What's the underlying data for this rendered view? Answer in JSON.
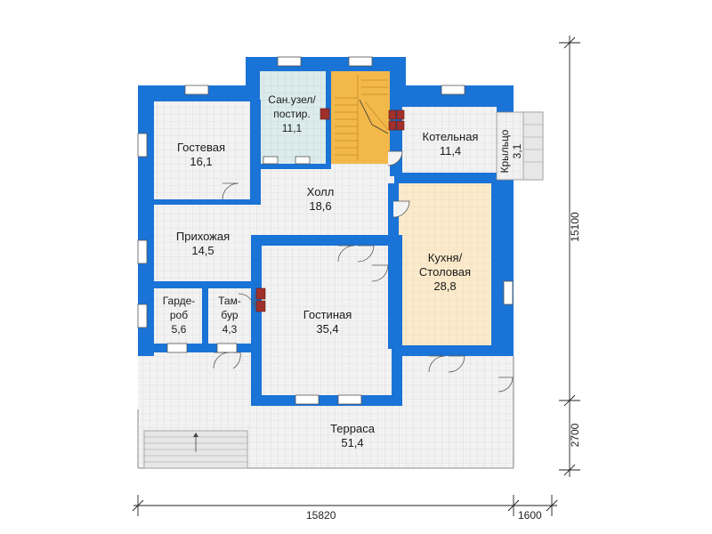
{
  "colors": {
    "wall": "#1a73d6",
    "tile": "#f2f2f2",
    "tile_grid": "#d2d2d2",
    "kitchen": "#fbeacb",
    "bath": "#dcebeb",
    "stairs": "#f2b84a",
    "chimney": "#a0302a"
  },
  "rooms": {
    "guest": {
      "name": "Гостевая",
      "area": "16,1"
    },
    "bath": {
      "name_1": "Сан.узел/",
      "name_2": "постир.",
      "area": "11,1"
    },
    "boiler": {
      "name": "Котельная",
      "area": "11,4"
    },
    "porch": {
      "name": "Крыльцо",
      "area": "3,1"
    },
    "hall": {
      "name": "Холл",
      "area": "18,6"
    },
    "entrance": {
      "name": "Прихожая",
      "area": "14,5"
    },
    "kitchen": {
      "name_1": "Кухня/",
      "name_2": "Столовая",
      "area": "28,8"
    },
    "wardrobe": {
      "name_1": "Гарде-",
      "name_2": "роб",
      "area": "5,6"
    },
    "vestibule": {
      "name_1": "Там-",
      "name_2": "бур",
      "area": "4,3"
    },
    "living": {
      "name": "Гостиная",
      "area": "35,4"
    },
    "terrace": {
      "name": "Терраса",
      "area": "51,4"
    }
  },
  "dimensions": {
    "width_main": "15820",
    "width_porch": "1600",
    "height_main": "15100",
    "height_terrace": "2700"
  }
}
